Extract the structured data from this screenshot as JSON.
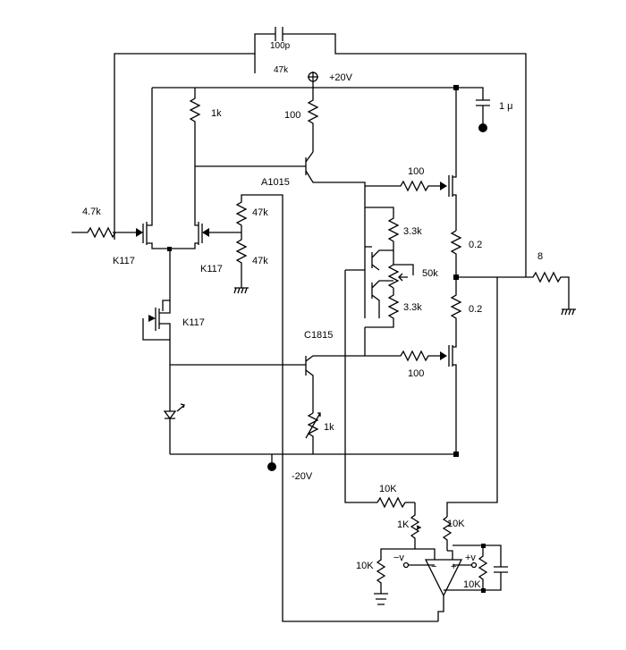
{
  "labels": {
    "cap_feedback": "100p",
    "r_feedback": "47k",
    "supply_pos": "+20V",
    "supply_neg": "-20V",
    "r_1k_top": "1k",
    "r_100_top": "100",
    "cap_1u": "1 μ",
    "r_4k7": "4.7k",
    "q_a1015": "A1015",
    "r_100_gate_top": "100",
    "r_47k_a": "47k",
    "r_47k_b": "47k",
    "r_3k3_a": "3.3k",
    "r_3k3_b": "3.3k",
    "pot_50k": "50k",
    "r_02_a": "0.2",
    "r_02_b": "0.2",
    "r_load": "8",
    "jfet_a": "K117",
    "jfet_b": "K117",
    "jfet_c": "K117",
    "q_c1815": "C1815",
    "r_100_gate_bot": "100",
    "vr_1k": "1k",
    "r_10k_a": "10K",
    "vr_1k_b": "1K",
    "r_10k_b": "10K",
    "r_10k_c": "10K",
    "r_10k_d": "10K",
    "opamp_neg_supply": "−v",
    "opamp_pos_supply": "+v",
    "opamp_minus": "−",
    "opamp_plus": "+"
  }
}
